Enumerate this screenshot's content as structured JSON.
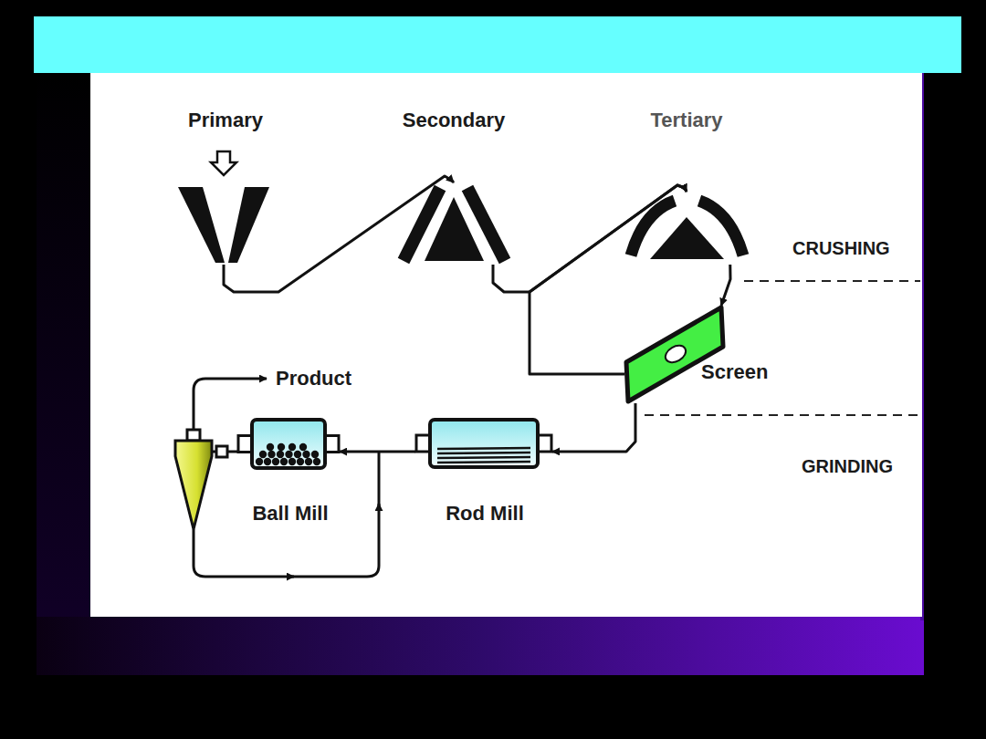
{
  "diagram": {
    "nodes": [
      {
        "text": [
          "Primary"
        ]
      },
      {
        "text": [
          "Secondary"
        ]
      },
      {
        "text": [
          "Tertiary"
        ]
      },
      {
        "text": [
          "Screen"
        ]
      },
      {
        "text": [
          "Rod Mill"
        ]
      },
      {
        "text": [
          "Ball Mill"
        ]
      }
    ],
    "edges": [
      {
        "from": 0,
        "to": 1,
        "arrow": "to"
      },
      {
        "from": 1,
        "to": 2,
        "arrow": "to"
      },
      {
        "from": 3,
        "to": 2,
        "arrow": "to"
      },
      {
        "from": 2,
        "to": 3,
        "arrow": "to"
      },
      {
        "from": 3,
        "to": 4,
        "arrow": "to"
      },
      {
        "from": 4,
        "to": 5,
        "arrow": "to"
      }
    ],
    "labels": [
      "CRUSHING",
      "GRINDING",
      "Product"
    ]
  }
}
